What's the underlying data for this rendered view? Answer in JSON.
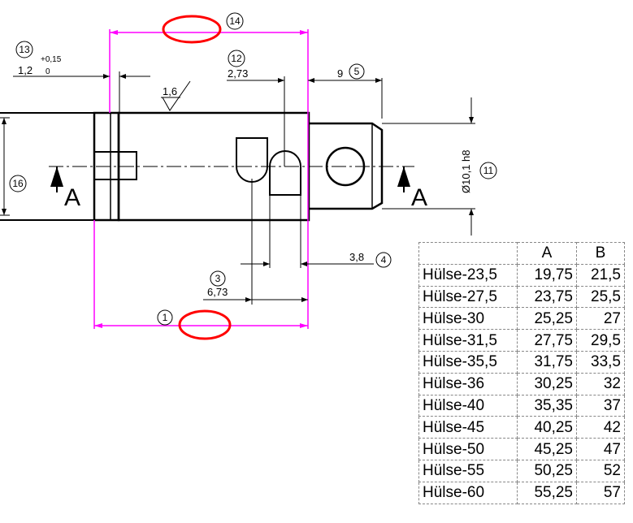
{
  "balloons": {
    "b1": "1",
    "b3": "3",
    "b4": "4",
    "b5": "5",
    "b11": "11",
    "b12": "12",
    "b13": "13",
    "b14": "14",
    "b16": "16"
  },
  "dimensions": {
    "d_1_2": "1,2",
    "tol_upper": "+0,15",
    "tol_lower": "0",
    "d_2_73": "2,73",
    "d_9": "9",
    "d_3_8": "3,8",
    "d_6_73": "6,73",
    "d_diameter": "Ø10,1 h8",
    "roughness": "1,6"
  },
  "section_labels": {
    "left": "A",
    "right": "A"
  },
  "table": {
    "headers": [
      "",
      "A",
      "B"
    ],
    "rows": [
      [
        "Hülse-23,5",
        "19,75",
        "21,5"
      ],
      [
        "Hülse-27,5",
        "23,75",
        "25,5"
      ],
      [
        "Hülse-30",
        "25,25",
        "27"
      ],
      [
        "Hülse-31,5",
        "27,75",
        "29,5"
      ],
      [
        "Hülse-35,5",
        "31,75",
        "33,5"
      ],
      [
        "Hülse-36",
        "30,25",
        "32"
      ],
      [
        "Hülse-40",
        "35,35",
        "37"
      ],
      [
        "Hülse-45",
        "40,25",
        "42"
      ],
      [
        "Hülse-50",
        "45,25",
        "47"
      ],
      [
        "Hülse-55",
        "50,25",
        "52"
      ],
      [
        "Hülse-60",
        "55,25",
        "57"
      ]
    ]
  },
  "colors": {
    "highlight": "#ff00ff",
    "annotation": "#ff0000",
    "line": "#000000"
  }
}
